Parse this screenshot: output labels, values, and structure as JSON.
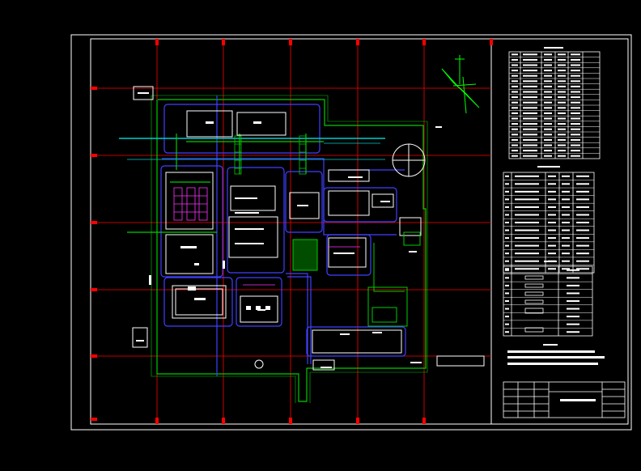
{
  "drawing": {
    "background": "#000000",
    "frame_color": "#ffffff",
    "grid_color": "#ff0000",
    "road_color": "#3333ff",
    "boundary_color": "#00cc00",
    "pipe_color": "#00cccc",
    "building_color": "#ffffff",
    "north_arrow_color": "#00ff00",
    "stair_color": "#ff33ff"
  },
  "tables": {
    "legend_rows": 20,
    "indicator_rows": 13,
    "symbol_rows": 9
  }
}
